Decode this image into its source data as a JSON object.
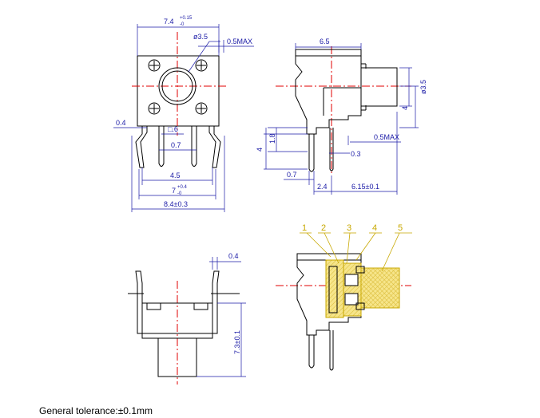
{
  "views": {
    "top": {
      "width_label": "7.4",
      "width_tol_upper": "+0.15",
      "width_tol_lower": "-0",
      "button_dia_label": "ø3.5",
      "max_label": "0.5MAX",
      "pin_label": "0.4",
      "square_pin_label": "□.6",
      "pin_width_label": "0.7",
      "pitch_label": "4.5",
      "inner_width_label": "7",
      "inner_tol_upper": "+0.4",
      "inner_tol_lower": "-0",
      "overall_width_label": "8.4±0.3"
    },
    "side": {
      "body_width_label": "6.5",
      "dia_label": "ø3.5",
      "height_label": "4",
      "max_label": "0.5MAX",
      "lead_label": "0.3",
      "lead_height_label": "1.8",
      "lead_len_label": "4",
      "pin_label": "0.7",
      "offset_label": "2.4",
      "depth_label": "6.15±0.1"
    },
    "front": {
      "pin_label": "0.4",
      "height_label": "7.3±0.1"
    },
    "section": {
      "callouts": [
        "1",
        "2",
        "3",
        "4",
        "5"
      ]
    }
  },
  "footer": {
    "tolerance_text": "General tolerance:±0.1mm"
  },
  "colors": {
    "outline": "#000000",
    "dimension": "#1a1aa6",
    "centerline": "#e00000",
    "highlight": "#f2e07a",
    "callout": "#c8a800"
  }
}
